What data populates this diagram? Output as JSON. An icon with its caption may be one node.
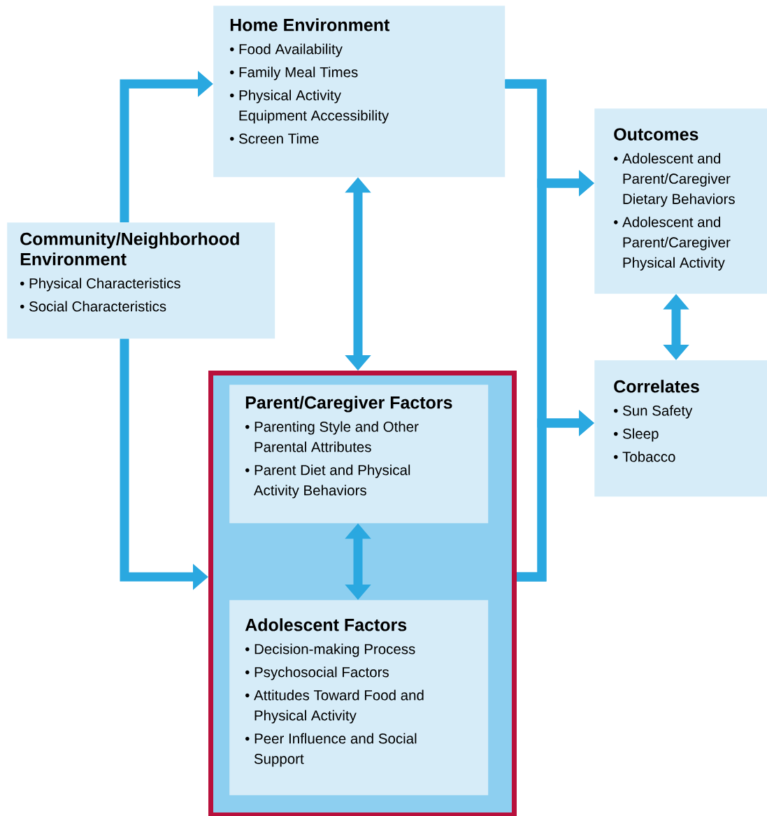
{
  "diagram": {
    "nodes": [
      {
        "text": [
          "Home Environment",
          "• Food Availability",
          "• Family Meal Times",
          "• Physical Activity Equipment Accessibility",
          "• Screen Time"
        ]
      },
      {
        "text": [
          "Community/Neighborhood Environment",
          "• Physical Characteristics",
          "• Social Characteristics"
        ]
      },
      {
        "text": [
          "Outcomes",
          "• Adolescent and Parent/Caregiver Dietary Behaviors",
          "• Adolescent and Parent/Caregiver Physical Activity"
        ]
      },
      {
        "text": [
          "Correlates",
          "• Sun Safety",
          "• Sleep",
          "• Tobacco"
        ]
      },
      {
        "text": [],
        "shape": "box"
      },
      {
        "text": [
          "Parent/Caregiver Factors",
          "• Parenting Style and Other Parental Attributes",
          "• Parent Diet and Physical Activity Behaviors"
        ],
        "in": 4
      },
      {
        "text": [
          "Adolescent Factors",
          "• Decision-making Process",
          "• Psychosocial Factors",
          "• Attitudes Toward Food and Physical Activity",
          "• Peer Influence and Social Support"
        ],
        "in": 4
      }
    ],
    "edges": [
      {
        "from": 1,
        "to": 0,
        "arrow": "to"
      },
      {
        "from": 1,
        "to": 4,
        "arrow": "to"
      },
      {
        "from": 0,
        "to": 4,
        "arrow": "both"
      },
      {
        "from": 0,
        "to": 2,
        "arrow": "to"
      },
      {
        "from": 0,
        "to": 3,
        "arrow": "to"
      },
      {
        "from": 4,
        "to": 2,
        "arrow": "to"
      },
      {
        "from": 4,
        "to": 3,
        "arrow": "to"
      },
      {
        "from": 5,
        "to": 6,
        "arrow": "both"
      },
      {
        "from": 2,
        "to": 3,
        "arrow": "both"
      }
    ]
  }
}
